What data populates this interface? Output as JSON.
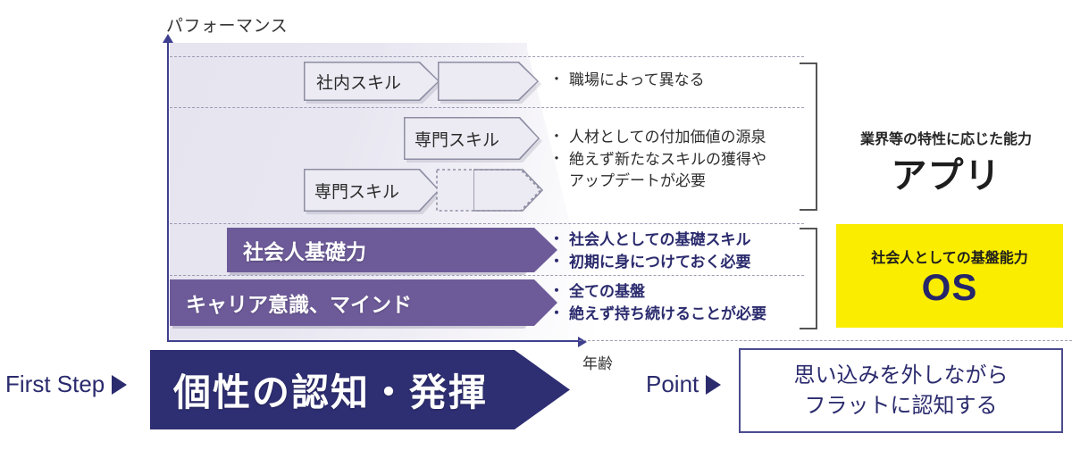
{
  "axis": {
    "y_label": "パフォーマンス",
    "x_label": "年齢"
  },
  "levels": [
    {
      "id": "internal-skill",
      "chevrons": [
        {
          "label": "社内スキル",
          "style": "outline"
        },
        {
          "label": "",
          "style": "outline"
        }
      ],
      "bullets": [
        "職場によって異なる"
      ]
    },
    {
      "id": "specialist-skill-upper",
      "chevrons": [
        {
          "label": "専門スキル",
          "style": "outline"
        }
      ],
      "bullets": [
        "人材としての付加価値の源泉",
        "絶えず新たなスキルの獲得や",
        "アップデートが必要"
      ]
    },
    {
      "id": "specialist-skill-lower",
      "chevrons": [
        {
          "label": "専門スキル",
          "style": "outline"
        },
        {
          "label": "",
          "style": "dotted"
        }
      ],
      "bullets": []
    },
    {
      "id": "basic-business-skill",
      "chevrons": [
        {
          "label": "社会人基礎力",
          "style": "solid"
        }
      ],
      "bullets": [
        "社会人としての基礎スキル",
        "初期に身につけておく必要"
      ]
    },
    {
      "id": "career-mindset",
      "chevrons": [
        {
          "label": "キャリア意識、マインド",
          "style": "solid"
        }
      ],
      "bullets": [
        "全ての基盤",
        "絶えず持ち続けることが必要"
      ]
    }
  ],
  "side_groups": [
    {
      "id": "app",
      "caption_small": "業界等の特性に応じた能力",
      "caption_big": "アプリ"
    },
    {
      "id": "os",
      "caption_small": "社会人としての基盤能力",
      "caption_big": "OS",
      "background": "#FAED00"
    }
  ],
  "bottom": {
    "first_step_label": "First Step",
    "first_step_arrow": "play-triangle-icon",
    "big_arrow_label": "個性の認知・発揮",
    "point_label": "Point",
    "point_arrow": "play-triangle-icon",
    "point_box_lines": [
      "思い込みを外しながら",
      "フラットに認知する"
    ]
  },
  "colors": {
    "navy": "#2E2E73",
    "purple": "#6D5B99",
    "yellow": "#FAED00",
    "axis": "#3F3F8F",
    "outline_gray": "#8D8DA3"
  },
  "bullet_marker": "・"
}
